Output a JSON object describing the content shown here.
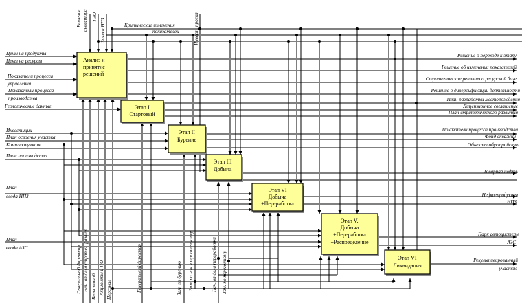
{
  "boxes": [
    {
      "id": "a0",
      "lines": [
        "Анализ и",
        "принятие",
        "решений"
      ]
    },
    {
      "id": "a1",
      "lines": [
        "Этап I",
        "Стартовый"
      ]
    },
    {
      "id": "a2",
      "lines": [
        "Этап II",
        "Бурение"
      ]
    },
    {
      "id": "a3",
      "lines": [
        "Этап III",
        "Добыча"
      ]
    },
    {
      "id": "a4",
      "lines": [
        "Этап VI",
        "Добыча",
        "+Переработка"
      ]
    },
    {
      "id": "a5",
      "lines": [
        "Этап V.",
        "Добыча",
        "+Переработка",
        "+Распределение"
      ]
    },
    {
      "id": "a6",
      "lines": [
        "Этап VI",
        "Ликвидация"
      ]
    }
  ],
  "inputs_left": [
    {
      "text": "Цены на продукты"
    },
    {
      "text": "Цены на ресурсы"
    },
    {
      "text": "Показатели процесса",
      "text2": "управления"
    },
    {
      "text": "Показатели процесса",
      "text2": "производства"
    },
    {
      "text": "Геологические данные"
    },
    {
      "text": "Инвестиции"
    },
    {
      "text": "План освоения участка"
    },
    {
      "text": "Комплектующие"
    },
    {
      "text": "План производства"
    },
    {
      "text": "План",
      "text2": "ввода НПЗ"
    },
    {
      "text": "План",
      "text2": "ввода АЗС"
    }
  ],
  "controls_top": [
    {
      "text": "Решение",
      "text2": "инвестора"
    },
    {
      "text": "ТЭО"
    },
    {
      "text": "Заявки НПЗ"
    },
    {
      "text": "Инвест. проект"
    },
    {
      "text": "Критические изменения",
      "text2": "показателей"
    }
  ],
  "outputs_right": [
    {
      "text": "Решение о переходе к этапу"
    },
    {
      "text": "Решение об изменении показателей"
    },
    {
      "text": "Стратегические решения о ресурсной базе"
    },
    {
      "text": "Решение о диверсификации деятельности"
    },
    {
      "text": "План разработки месторождения"
    },
    {
      "text": "Лицензионное соглашение"
    },
    {
      "text": "План стратегического развития"
    },
    {
      "text": "Показатели процесса производства"
    },
    {
      "text": "Фонд скважин"
    },
    {
      "text": "Объекты обустройства"
    },
    {
      "text": "Товарная нефть"
    },
    {
      "text": "Нефтепродукты",
      "text2": "НПЗ"
    },
    {
      "text": "Парк автоцистерн",
      "text2": "АЗС"
    },
    {
      "text": "Рекультивированный",
      "text2": "участок"
    }
  ],
  "mechanisms_bottom": [
    {
      "text": "Генеральный директор"
    },
    {
      "text": "Нач. отдела стратег. развит."
    },
    {
      "text": "Базы знаний"
    },
    {
      "text": "Акционеры и ПО"
    },
    {
      "text": "Персонал"
    },
    {
      "text": "Генеральный директор"
    },
    {
      "text": "Зам. по бурению"
    },
    {
      "text": "Зам. по нач. строительству"
    },
    {
      "text": "Нач. отдела переработки"
    },
    {
      "text": "Зам. по перегонному"
    }
  ],
  "colors": {
    "box_fill": "#ffff99",
    "line": "#000000",
    "line_gray": "#7f7f7f"
  }
}
